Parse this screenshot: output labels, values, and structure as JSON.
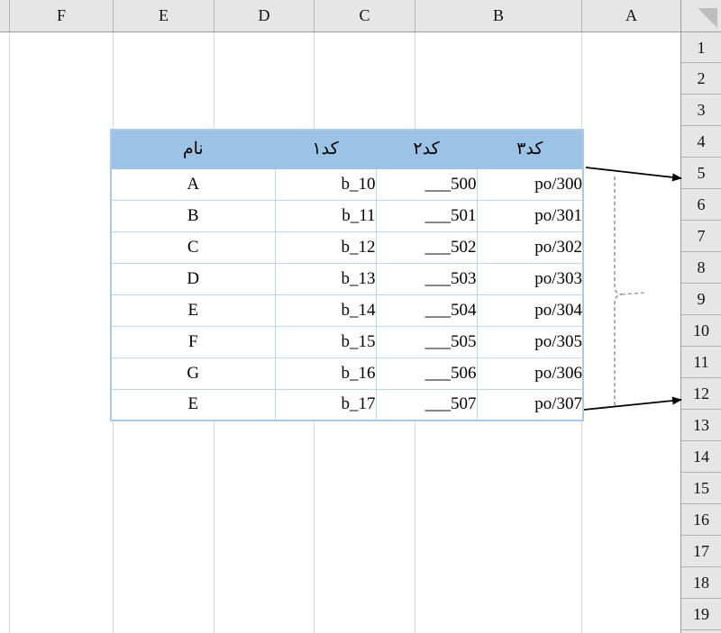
{
  "app": {
    "kind": "spreadsheet",
    "direction": "rtl"
  },
  "grid": {
    "column_headers": [
      "F",
      "E",
      "D",
      "C",
      "B",
      "A"
    ],
    "row_headers": [
      "1",
      "2",
      "3",
      "4",
      "5",
      "6",
      "7",
      "8",
      "9",
      "10",
      "11",
      "12",
      "13",
      "14",
      "15",
      "16",
      "17",
      "18",
      "19"
    ],
    "select_all_icon": "select-all-triangle-icon",
    "header_bg": "#e6e6e6",
    "header_text": "#111111",
    "gridline_color": "#d8d8d8"
  },
  "table": {
    "header_bg": "#9cc3e5",
    "border_color": "#a9cbe8",
    "cell_border_color": "#bdd7ee",
    "columns": [
      {
        "key": "kod3",
        "label": "کد۳"
      },
      {
        "key": "kod2",
        "label": "کد۲"
      },
      {
        "key": "kod1",
        "label": "کد۱"
      },
      {
        "key": "nam",
        "label": "نام"
      }
    ],
    "rows": [
      {
        "kod3": "po/300",
        "kod2": "___500",
        "kod1": "b_10",
        "nam": "A"
      },
      {
        "kod3": "po/301",
        "kod2": "___501",
        "kod1": "b_11",
        "nam": "B"
      },
      {
        "kod3": "po/302",
        "kod2": "___502",
        "kod1": "b_12",
        "nam": "C"
      },
      {
        "kod3": "po/303",
        "kod2": "___503",
        "kod1": "b_13",
        "nam": "D"
      },
      {
        "kod3": "po/304",
        "kod2": "___504",
        "kod1": "b_14",
        "nam": "E"
      },
      {
        "kod3": "po/305",
        "kod2": "___505",
        "kod1": "b_15",
        "nam": "F"
      },
      {
        "kod3": "po/306",
        "kod2": "___506",
        "kod1": "b_16",
        "nam": "G"
      },
      {
        "kod3": "po/307",
        "kod2": "___507",
        "kod1": "b_17",
        "nam": "E"
      }
    ]
  },
  "annotations": {
    "brace": {
      "name": "dashed-brace",
      "style": "dashed",
      "color": "#8c8c8c",
      "spans_rows": [
        "5",
        "12"
      ]
    },
    "arrows": [
      {
        "name": "arrow-to-row-5",
        "target_row": "5",
        "color": "#000000"
      },
      {
        "name": "arrow-to-row-12",
        "target_row": "12",
        "color": "#000000"
      }
    ]
  }
}
